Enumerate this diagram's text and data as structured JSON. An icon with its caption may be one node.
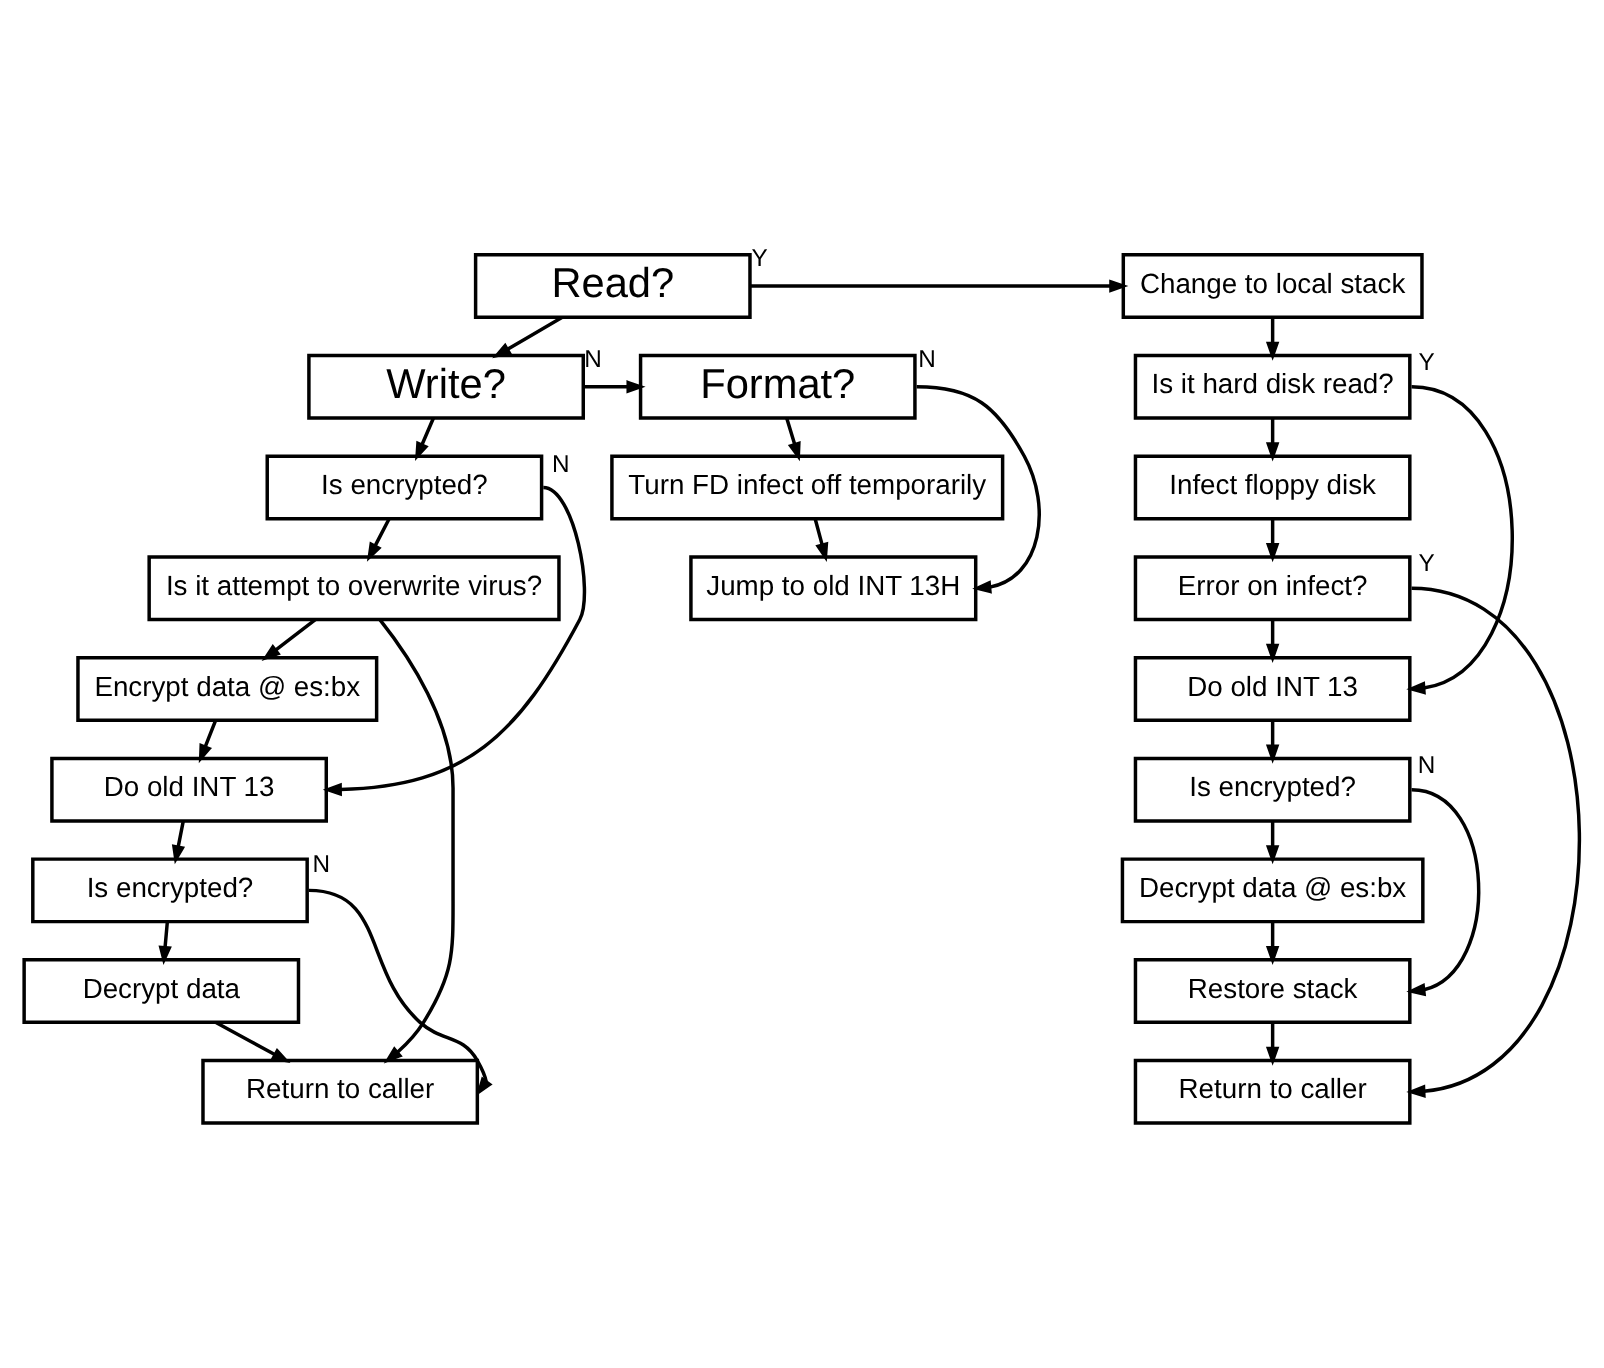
{
  "diagram": {
    "nodes": [
      {
        "text": [
          "Read?"
        ]
      },
      {
        "text": [
          "Write?"
        ]
      },
      {
        "text": [
          "Format?"
        ]
      },
      {
        "text": [
          "Is encrypted?"
        ]
      },
      {
        "text": [
          "Is it attempt to overwrite virus?"
        ]
      },
      {
        "text": [
          "Encrypt data @ es:bx"
        ]
      },
      {
        "text": [
          "Do old INT 13"
        ]
      },
      {
        "text": [
          "Is encrypted?"
        ]
      },
      {
        "text": [
          "Decrypt data"
        ]
      },
      {
        "text": [
          "Return to caller"
        ]
      },
      {
        "text": [
          "Turn FD infect off temporarily"
        ]
      },
      {
        "text": [
          "Jump to old INT 13H"
        ]
      },
      {
        "text": [
          "Change to local stack"
        ]
      },
      {
        "text": [
          "Is it hard disk read?"
        ]
      },
      {
        "text": [
          "Infect floppy disk"
        ]
      },
      {
        "text": [
          "Error on infect?"
        ]
      },
      {
        "text": [
          "Do old INT 13"
        ]
      },
      {
        "text": [
          "Is encrypted?"
        ]
      },
      {
        "text": [
          "Decrypt data @ es:bx"
        ]
      },
      {
        "text": [
          "Restore stack"
        ]
      },
      {
        "text": [
          "Return to caller"
        ]
      }
    ],
    "edges": [
      {
        "from": 0,
        "to": 12,
        "arrow": "to",
        "label": "Y"
      },
      {
        "from": 0,
        "to": 1,
        "arrow": "to"
      },
      {
        "from": 1,
        "to": 2,
        "arrow": "to",
        "label": "N"
      },
      {
        "from": 1,
        "to": 3,
        "arrow": "to"
      },
      {
        "from": 3,
        "to": 6,
        "arrow": "to",
        "label": "N"
      },
      {
        "from": 3,
        "to": 4,
        "arrow": "to"
      },
      {
        "from": 4,
        "to": 9,
        "arrow": "to"
      },
      {
        "from": 4,
        "to": 5,
        "arrow": "to"
      },
      {
        "from": 5,
        "to": 6,
        "arrow": "to"
      },
      {
        "from": 6,
        "to": 7,
        "arrow": "to"
      },
      {
        "from": 7,
        "to": 9,
        "arrow": "to",
        "label": "N"
      },
      {
        "from": 7,
        "to": 8,
        "arrow": "to"
      },
      {
        "from": 8,
        "to": 9,
        "arrow": "to"
      },
      {
        "from": 2,
        "to": 10,
        "arrow": "to"
      },
      {
        "from": 10,
        "to": 11,
        "arrow": "to"
      },
      {
        "from": 2,
        "to": 11,
        "arrow": "to",
        "label": "N"
      },
      {
        "from": 12,
        "to": 13,
        "arrow": "to"
      },
      {
        "from": 13,
        "to": 16,
        "arrow": "to",
        "label": "Y"
      },
      {
        "from": 13,
        "to": 14,
        "arrow": "to"
      },
      {
        "from": 14,
        "to": 15,
        "arrow": "to"
      },
      {
        "from": 15,
        "to": 20,
        "arrow": "to",
        "label": "Y"
      },
      {
        "from": 15,
        "to": 16,
        "arrow": "to"
      },
      {
        "from": 16,
        "to": 17,
        "arrow": "to"
      },
      {
        "from": 17,
        "to": 19,
        "arrow": "to",
        "label": "N"
      },
      {
        "from": 17,
        "to": 18,
        "arrow": "to"
      },
      {
        "from": 18,
        "to": 19,
        "arrow": "to"
      },
      {
        "from": 19,
        "to": 20,
        "arrow": "to"
      }
    ]
  }
}
